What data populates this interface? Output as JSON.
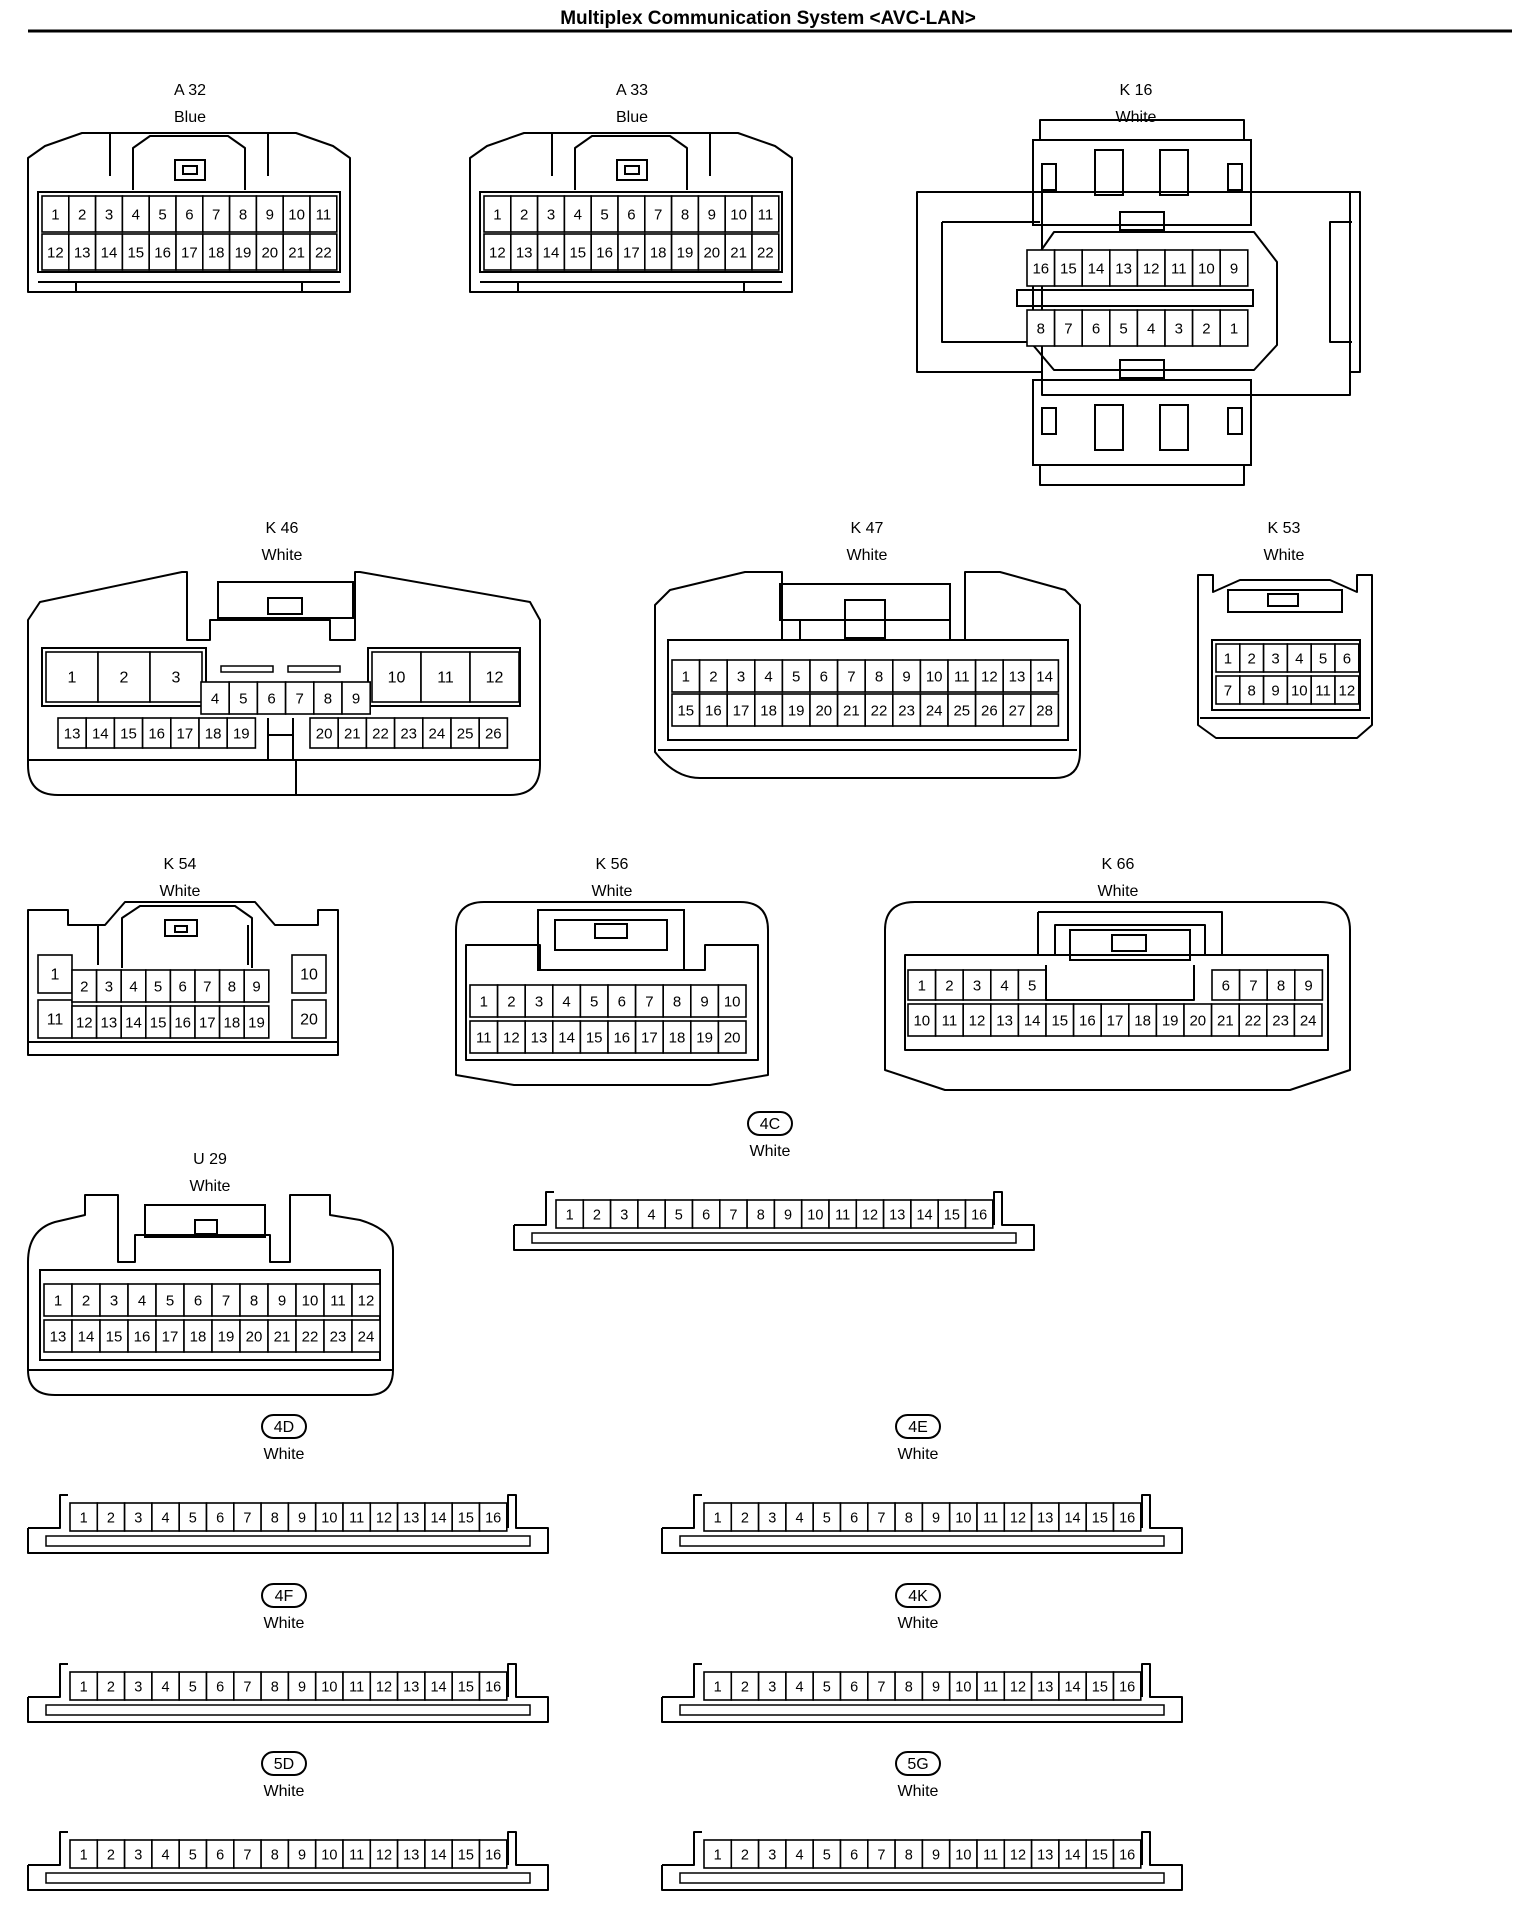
{
  "title": "Multiplex Communication System <AVC-LAN>",
  "connectors": [
    {
      "id": "A32",
      "code": "A 32",
      "color": "Blue"
    },
    {
      "id": "A33",
      "code": "A 33",
      "color": "Blue"
    },
    {
      "id": "K16",
      "code": "K 16",
      "color": "White"
    },
    {
      "id": "K46",
      "code": "K 46",
      "color": "White"
    },
    {
      "id": "K47",
      "code": "K 47",
      "color": "White"
    },
    {
      "id": "K53",
      "code": "K 53",
      "color": "White"
    },
    {
      "id": "K54",
      "code": "K 54",
      "color": "White"
    },
    {
      "id": "K56",
      "code": "K 56",
      "color": "White"
    },
    {
      "id": "K66",
      "code": "K 66",
      "color": "White"
    },
    {
      "id": "U29",
      "code": "U 29",
      "color": "White"
    },
    {
      "id": "4C",
      "code": "4C",
      "color": "White",
      "ringed": true
    },
    {
      "id": "4D",
      "code": "4D",
      "color": "White",
      "ringed": true
    },
    {
      "id": "4E",
      "code": "4E",
      "color": "White",
      "ringed": true
    },
    {
      "id": "4F",
      "code": "4F",
      "color": "White",
      "ringed": true
    },
    {
      "id": "4K",
      "code": "4K",
      "color": "White",
      "ringed": true
    },
    {
      "id": "5D",
      "code": "5D",
      "color": "White",
      "ringed": true
    },
    {
      "id": "5G",
      "code": "5G",
      "color": "White",
      "ringed": true
    }
  ]
}
